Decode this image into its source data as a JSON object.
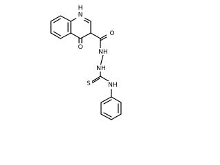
{
  "molecule": {
    "atoms": {
      "ring_nh": "H",
      "ring_n": "N",
      "ketone_o": "O",
      "amide_o": "O",
      "hydrazide_n1": "NH",
      "hydrazide_n2": "NH",
      "thione_s": "S",
      "anilino_nh": "NH"
    }
  }
}
